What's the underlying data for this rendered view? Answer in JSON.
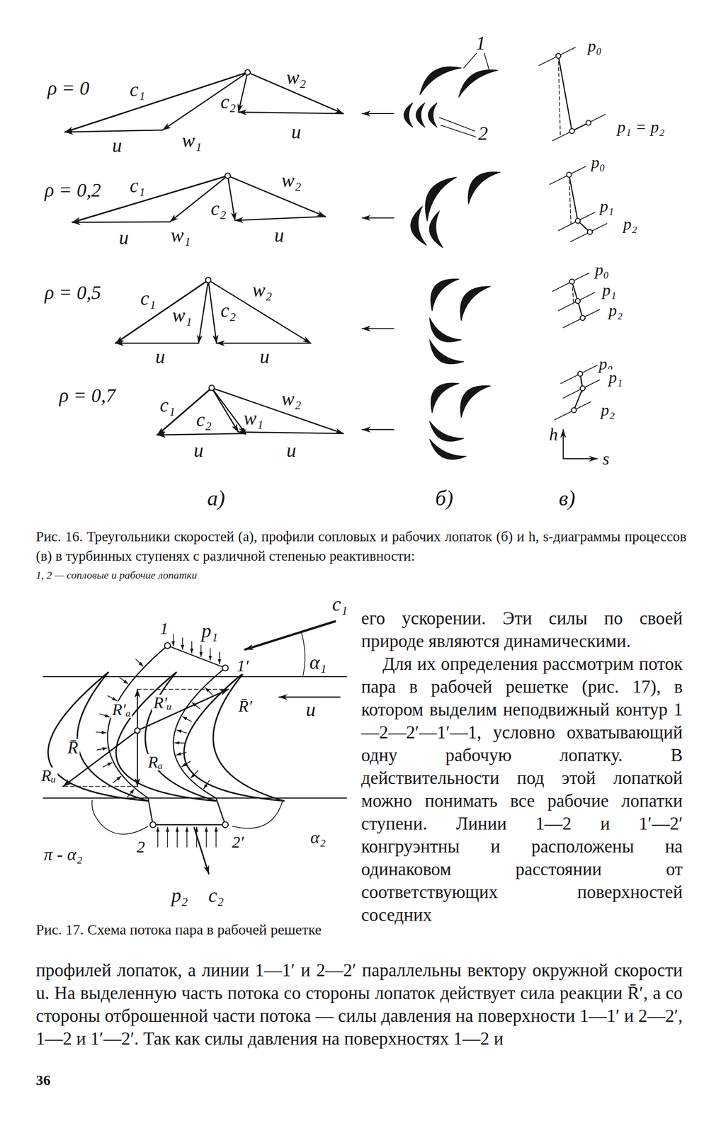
{
  "diagram": {
    "caption": "Рис. 16. Треугольники скоростей (а), профили сопловых и рабочих лопаток (б) и h, s-диаграммы процессов (в) в турбинных ступенях с различной степенью реактивности:",
    "labels": [
      "ρ = 0",
      "c₁",
      "w₂",
      "c₂",
      "w₁",
      "u",
      "u",
      "ρ = 0,2",
      "c₁",
      "w₂",
      "c₂",
      "w₁",
      "u",
      "u",
      "ρ = 0,5",
      "c₁",
      "w₁",
      "c₂",
      "w₂",
      "u",
      "u",
      "ρ = 0,7",
      "c₁",
      "c₂",
      "w₁",
      "w₂",
      "u",
      "u",
      "1",
      "2",
      "p₀",
      "p₁ = p₂",
      "p₀",
      "p₁",
      "p₂",
      "p₀",
      "p₁",
      "p₂",
      "p₀",
      "p₁",
      "p₂",
      "h",
      "s",
      "а)",
      "б)",
      "в)",
      "1, 2 — сопловые и рабочие лопатки",
      "c₁",
      "p₁",
      "α₁",
      "1",
      "1′",
      "R′ᵤ",
      "R̄′",
      "u",
      "R′ₐ",
      "R̄",
      "Rₐ",
      "Rᵤ",
      "π - α₂",
      "2",
      "2′",
      "α₂",
      "p₂",
      "c₂",
      "Рис. 17. Схема потока пара в рабочей решетке",
      "его ускорении. Эти силы по своей природе являются динамическими.",
      "Для их определения рассмотрим поток пара в рабочей решетке (рис. 17), в котором выделим неподвижный контур 1—2—2′—1′—1, условно охватывающий одну рабочую лопатку. В действительности под этой лопаткой можно понимать все рабочие лопатки ступени. Линии 1—2 и 1′—2′ конгруэнтны и расположены на одинаковом расстоянии от соответствующих поверхностей соседних",
      "профилей лопаток, а линии 1—1′ и 2—2′ параллельны вектору окружной скорости u. На выделенную часть потока со стороны лопаток действует сила реакции R̄′, а со стороны отброшенной части потока — силы давления на поверхности 1—1′ и 2—2′, 1—2 и 1′—2′. Так как силы давления на поверхностях 1—2 и",
      "36"
    ]
  }
}
